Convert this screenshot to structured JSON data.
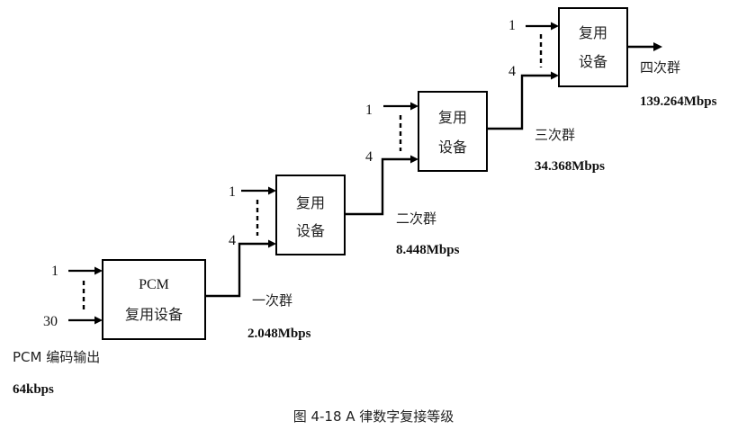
{
  "stages": {
    "pcm": {
      "box_lines": [
        "PCM",
        "复用设备"
      ],
      "input_first": "1",
      "input_last": "30",
      "source_label": "PCM 编码输出",
      "source_rate": "64kbps",
      "output_name": "一次群",
      "output_rate": "2.048Mbps"
    },
    "second": {
      "box_lines": [
        "复用",
        "设备"
      ],
      "input_first": "1",
      "input_last": "4",
      "output_name": "二次群",
      "output_rate": "8.448Mbps"
    },
    "third": {
      "box_lines": [
        "复用",
        "设备"
      ],
      "input_first": "1",
      "input_last": "4",
      "output_name": "三次群",
      "output_rate": "34.368Mbps"
    },
    "fourth": {
      "box_lines": [
        "复用",
        "设备"
      ],
      "input_first": "1",
      "input_last": "4",
      "output_name": "四次群",
      "output_rate": "139.264Mbps"
    }
  },
  "caption": "图 4-18  A 律数字复接等级"
}
